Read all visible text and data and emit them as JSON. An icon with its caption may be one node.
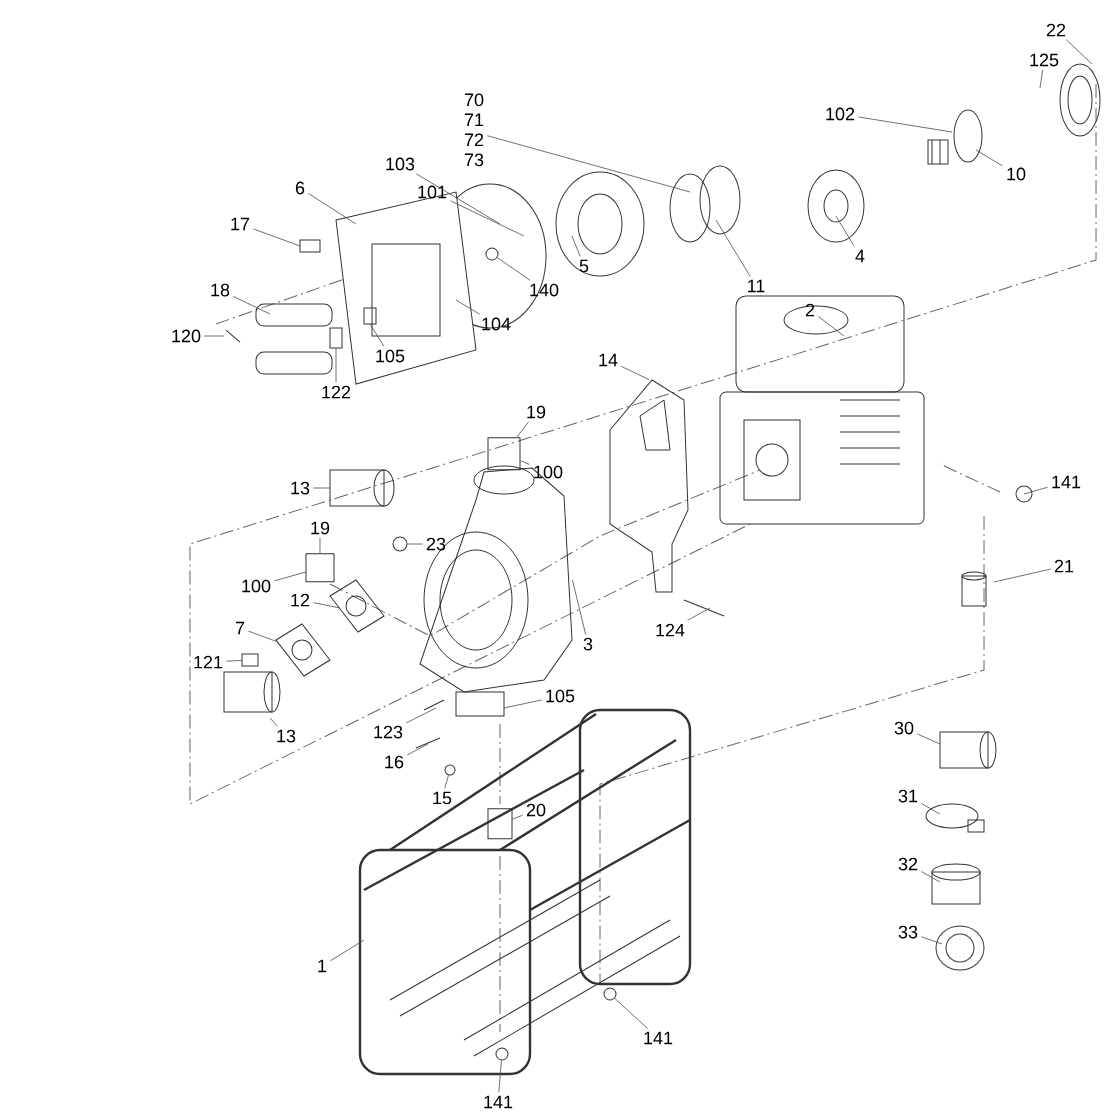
{
  "diagram": {
    "nodes": [
      {
        "text": [
          "22"
        ]
      },
      {
        "text": [
          "125"
        ]
      },
      {
        "text": [
          "102"
        ]
      },
      {
        "text": [
          "10"
        ]
      },
      {
        "text": [
          "70",
          "71",
          "72",
          "73"
        ]
      },
      {
        "text": [
          "103"
        ]
      },
      {
        "text": [
          "101"
        ]
      },
      {
        "text": [
          "4"
        ]
      },
      {
        "text": [
          "11"
        ]
      },
      {
        "text": [
          "5"
        ]
      },
      {
        "text": [
          "6"
        ]
      },
      {
        "text": [
          "17"
        ]
      },
      {
        "text": [
          "140"
        ]
      },
      {
        "text": [
          "104"
        ]
      },
      {
        "text": [
          "18"
        ]
      },
      {
        "text": [
          "120"
        ]
      },
      {
        "text": [
          "105"
        ]
      },
      {
        "text": [
          "122"
        ]
      },
      {
        "text": [
          "2"
        ]
      },
      {
        "text": [
          "14"
        ]
      },
      {
        "text": [
          "19"
        ]
      },
      {
        "text": [
          "100"
        ]
      },
      {
        "text": [
          "141"
        ]
      },
      {
        "text": [
          "13"
        ]
      },
      {
        "text": [
          "19"
        ]
      },
      {
        "text": [
          "100"
        ]
      },
      {
        "text": [
          "23"
        ]
      },
      {
        "text": [
          "21"
        ]
      },
      {
        "text": [
          "12"
        ]
      },
      {
        "text": [
          "7"
        ]
      },
      {
        "text": [
          "124"
        ]
      },
      {
        "text": [
          "121"
        ]
      },
      {
        "text": [
          "3"
        ]
      },
      {
        "text": [
          "105"
        ]
      },
      {
        "text": [
          "123"
        ]
      },
      {
        "text": [
          "13"
        ]
      },
      {
        "text": [
          "16"
        ]
      },
      {
        "text": [
          "15"
        ]
      },
      {
        "text": [
          "30"
        ]
      },
      {
        "text": [
          "20"
        ]
      },
      {
        "text": [
          "31"
        ]
      },
      {
        "text": [
          "32"
        ]
      },
      {
        "text": [
          "1"
        ]
      },
      {
        "text": [
          "33"
        ]
      },
      {
        "text": [
          "141"
        ]
      },
      {
        "text": [
          "141"
        ]
      },
      {
        "text": [],
        "shape": "circle"
      },
      {
        "text": [],
        "shape": "picture"
      },
      {
        "text": [],
        "shape": "cylinder"
      },
      {
        "text": [],
        "shape": "picture"
      },
      {
        "text": [],
        "shape": "cylinder"
      },
      {
        "text": [],
        "shape": "circle"
      },
      {
        "text": [],
        "shape": "box"
      },
      {
        "text": [],
        "shape": "circle"
      },
      {
        "text": [],
        "shape": "cylinder"
      },
      {
        "text": [],
        "shape": "circle"
      },
      {
        "text": [],
        "shape": "circle"
      }
    ],
    "edges": [
      {
        "from": 0,
        "to": null,
        "arrow": "none"
      },
      {
        "from": 1,
        "to": null,
        "arrow": "none"
      },
      {
        "from": 2,
        "to": null,
        "arrow": "none"
      },
      {
        "from": 3,
        "to": null,
        "arrow": "none"
      },
      {
        "from": 4,
        "to": null,
        "arrow": "none"
      },
      {
        "from": 5,
        "to": null,
        "arrow": "none"
      },
      {
        "from": 6,
        "to": null,
        "arrow": "none"
      },
      {
        "from": 7,
        "to": null,
        "arrow": "none"
      },
      {
        "from": 8,
        "to": null,
        "arrow": "none"
      },
      {
        "from": 9,
        "to": null,
        "arrow": "none"
      },
      {
        "from": 10,
        "to": null,
        "arrow": "none"
      },
      {
        "from": 11,
        "to": null,
        "arrow": "none"
      },
      {
        "from": 12,
        "to": 46,
        "arrow": "none"
      },
      {
        "from": 13,
        "to": null,
        "arrow": "none"
      },
      {
        "from": 14,
        "to": null,
        "arrow": "none"
      },
      {
        "from": 15,
        "to": null,
        "arrow": "none"
      },
      {
        "from": 16,
        "to": null,
        "arrow": "none"
      },
      {
        "from": 17,
        "to": null,
        "arrow": "none"
      },
      {
        "from": 18,
        "to": null,
        "arrow": "none"
      },
      {
        "from": 19,
        "to": 49,
        "arrow": "none"
      },
      {
        "from": 20,
        "to": 48,
        "arrow": "none"
      },
      {
        "from": 21,
        "to": 48,
        "arrow": "none"
      },
      {
        "from": 22,
        "to": null,
        "arrow": "none"
      },
      {
        "from": 23,
        "to": null,
        "arrow": "none"
      },
      {
        "from": 24,
        "to": 50,
        "arrow": "none"
      },
      {
        "from": 25,
        "to": 50,
        "arrow": "none"
      },
      {
        "from": 26,
        "to": 51,
        "arrow": "none"
      },
      {
        "from": 27,
        "to": null,
        "arrow": "none"
      },
      {
        "from": 28,
        "to": null,
        "arrow": "none"
      },
      {
        "from": 29,
        "to": null,
        "arrow": "none"
      },
      {
        "from": 30,
        "to": null,
        "arrow": "none"
      },
      {
        "from": 31,
        "to": 52,
        "arrow": "none"
      },
      {
        "from": 32,
        "to": 47,
        "arrow": "none"
      },
      {
        "from": 33,
        "to": null,
        "arrow": "none"
      },
      {
        "from": 34,
        "to": null,
        "arrow": "none"
      },
      {
        "from": 35,
        "to": null,
        "arrow": "none"
      },
      {
        "from": 36,
        "to": null,
        "arrow": "none"
      },
      {
        "from": 37,
        "to": 53,
        "arrow": "none"
      },
      {
        "from": 38,
        "to": null,
        "arrow": "none"
      },
      {
        "from": 39,
        "to": 54,
        "arrow": "none"
      },
      {
        "from": 40,
        "to": null,
        "arrow": "none"
      },
      {
        "from": 41,
        "to": null,
        "arrow": "none"
      },
      {
        "from": 42,
        "to": null,
        "arrow": "none"
      },
      {
        "from": 43,
        "to": null,
        "arrow": "none"
      },
      {
        "from": 44,
        "to": 55,
        "arrow": "none"
      },
      {
        "from": 45,
        "to": 56,
        "arrow": "none"
      }
    ]
  }
}
